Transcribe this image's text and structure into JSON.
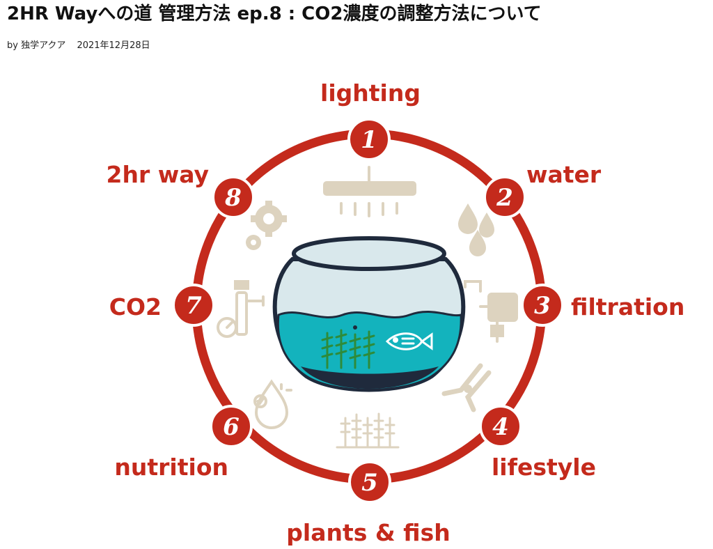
{
  "article": {
    "title": "2HR Wayへの道 管理方法 ep.8 : CO2濃度の調整方法について",
    "author": "by 独学アクア",
    "date": "2021年12月28日"
  },
  "diagram": {
    "colors": {
      "ring": "#c42a1c",
      "icon": "#ddd3bf",
      "water": "#13b3bd",
      "outline": "#1f2a3c",
      "plant": "#2e8b3a",
      "glass": "#d9e8ec"
    },
    "steps": [
      {
        "number": "1",
        "label": "lighting",
        "icon": "lamp-icon"
      },
      {
        "number": "2",
        "label": "water",
        "icon": "water-drops-icon"
      },
      {
        "number": "3",
        "label": "filtration",
        "icon": "filter-icon"
      },
      {
        "number": "4",
        "label": "lifestyle",
        "icon": "pruning-shears-icon"
      },
      {
        "number": "5",
        "label": "plants & fish",
        "icon": "aquatic-plants-icon"
      },
      {
        "number": "6",
        "label": "nutrition",
        "icon": "fertilizer-drop-icon"
      },
      {
        "number": "7",
        "label": "CO2",
        "icon": "co2-regulator-icon"
      },
      {
        "number": "8",
        "label": "2hr way",
        "icon": "gears-icon"
      }
    ]
  }
}
